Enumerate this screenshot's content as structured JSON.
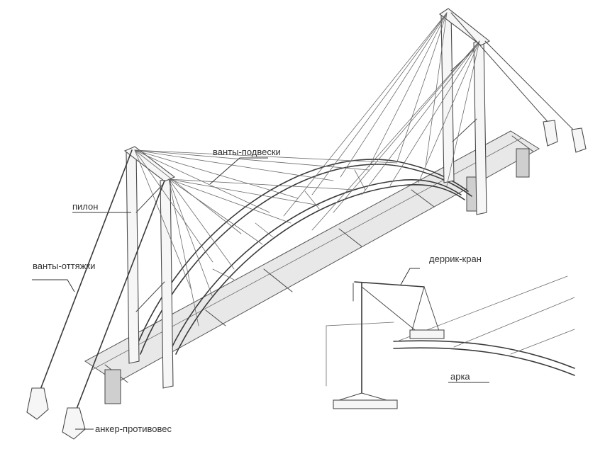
{
  "labels": {
    "vanty_podveski": "ванты-подвески",
    "pilon": "пилон",
    "vanty_ottyazhki": "ванты-оттяжки",
    "derrick_kran": "деррик-кран",
    "arka": "арка",
    "anker_protivoves": "анкер-противовес"
  },
  "colors": {
    "line": "#4a4a4a",
    "deck_fill": "#e8e8e8",
    "text": "#333333"
  }
}
